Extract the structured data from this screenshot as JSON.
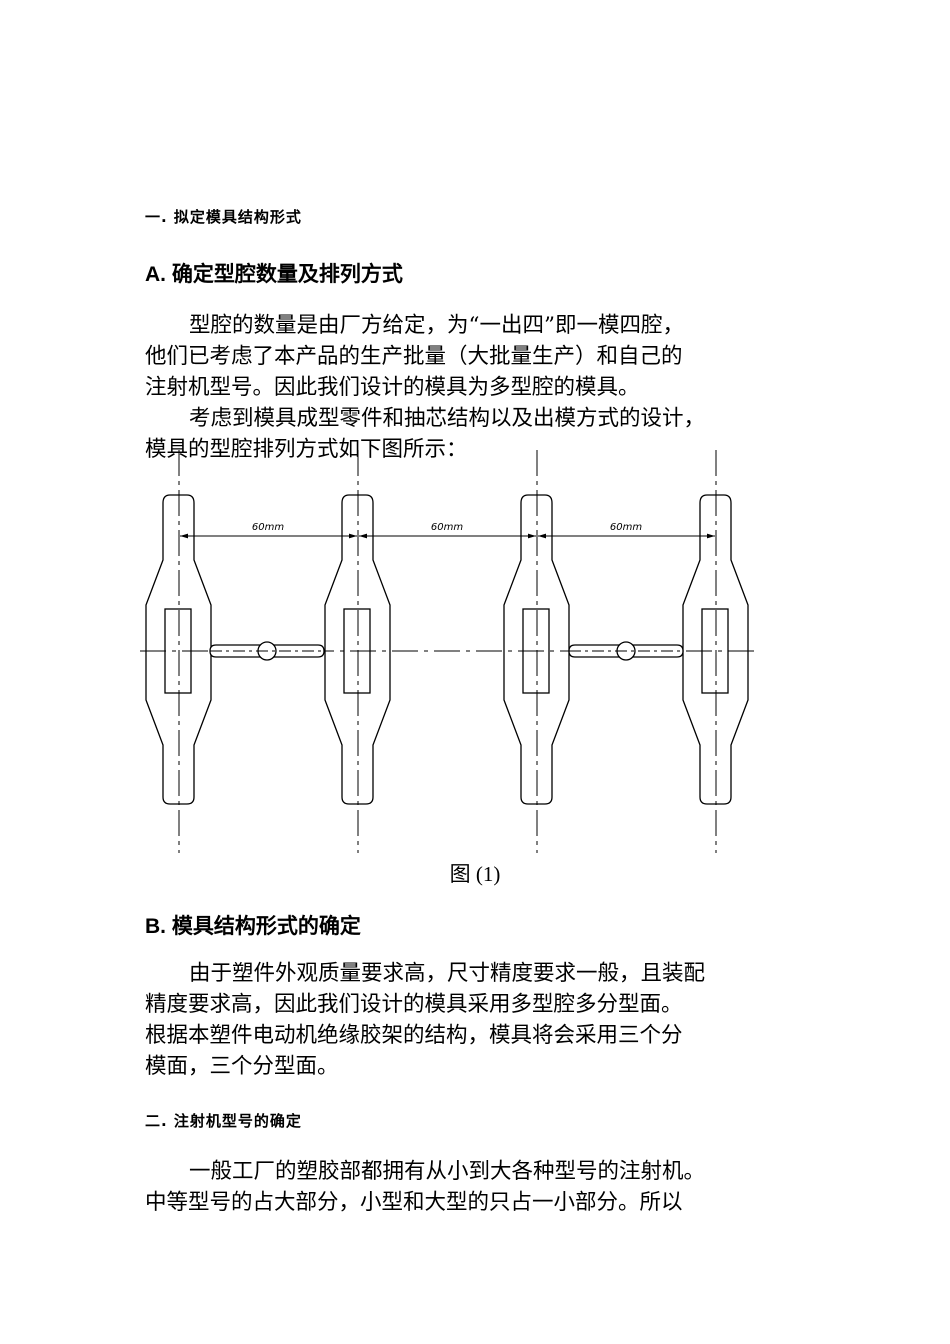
{
  "section1": {
    "heading": "一. 拟定模具结构形式",
    "subA": {
      "heading": "A. 确定型腔数量及排列方式",
      "para1": [
        "型腔的数量是由厂方给定，为“一出四”即一模四腔，",
        "他们已考虑了本产品的生产批量（大批量生产）和自己的",
        "注射机型号。因此我们设计的模具为多型腔的模具。"
      ],
      "para2": [
        "考虑到模具成型零件和抽芯结构以及出模方式的设计，",
        "模具的型腔排列方式如下图所示："
      ],
      "figure": {
        "dimension_labels": [
          "60mm",
          "60mm",
          "60mm"
        ],
        "caption": "图 (1)"
      }
    },
    "subB": {
      "heading": "B. 模具结构形式的确定",
      "para": [
        "由于塑件外观质量要求高，尺寸精度要求一般，且装配",
        "精度要求高，因此我们设计的模具采用多型腔多分型面。",
        "根据本塑件电动机绝缘胶架的结构，模具将会采用三个分",
        "模面，三个分型面。"
      ]
    }
  },
  "section2": {
    "heading": "二. 注射机型号的确定",
    "para": [
      "一般工厂的塑胶部都拥有从小到大各种型号的注射机。",
      "中等型号的占大部分，小型和大型的只占一小部分。所以"
    ]
  }
}
